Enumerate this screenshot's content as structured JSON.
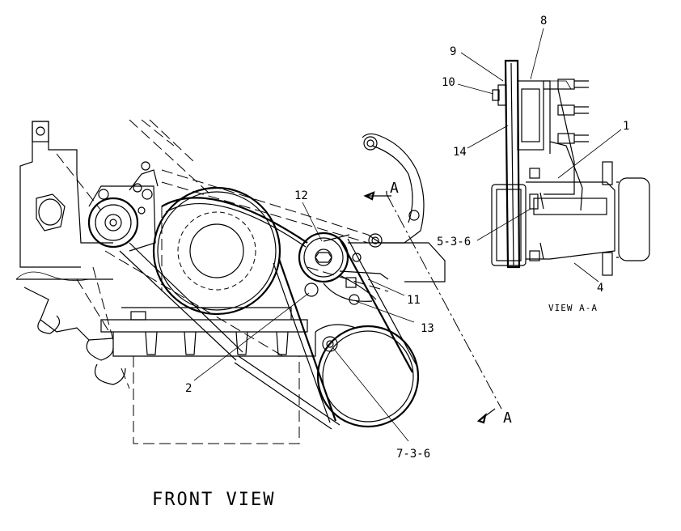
{
  "front_view": {
    "title": "FRONT VIEW",
    "callouts": {
      "c12": "12",
      "c11": "11",
      "c13": "13",
      "c2": "2",
      "c736": "7-3-6"
    },
    "section_marker_top": "A",
    "section_marker_bottom": "A"
  },
  "section_view": {
    "title": "VIEW A-A",
    "callouts": {
      "c8": "8",
      "c9": "9",
      "c10": "10",
      "c1": "1",
      "c14": "14",
      "c536": "5-3-6",
      "c4": "4"
    }
  }
}
